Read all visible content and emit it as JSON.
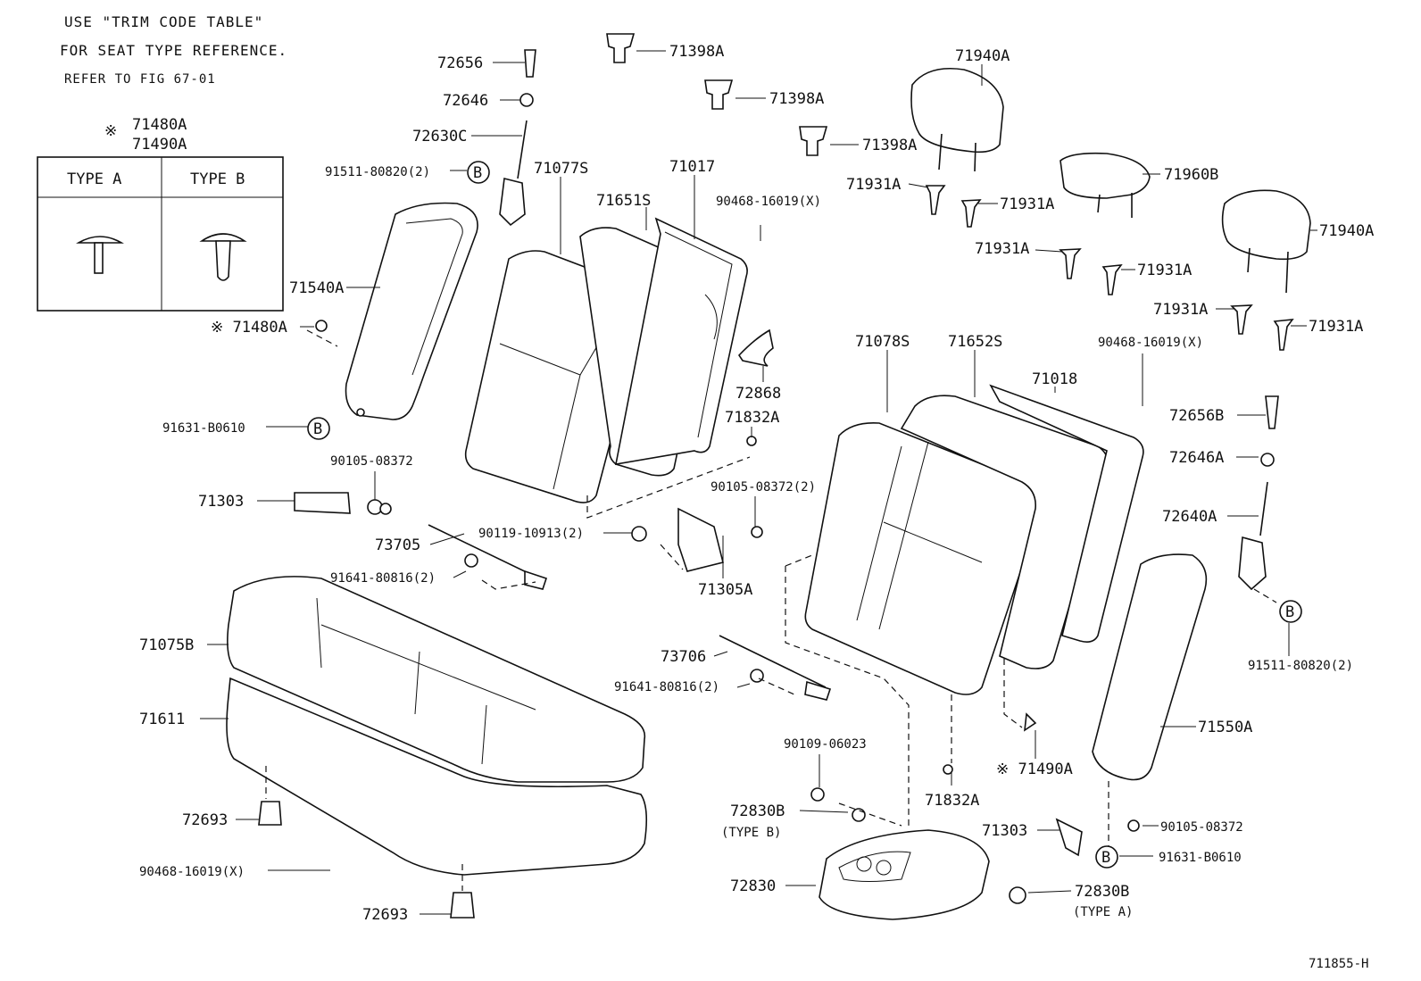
{
  "notes": {
    "line1": "USE \"TRIM CODE TABLE\"",
    "line2": "FOR SEAT TYPE REFERENCE.",
    "line3": "REFER TO FIG 67-01"
  },
  "clip_table": {
    "header1": "71480A",
    "header2": "71490A",
    "mark": "※",
    "col_a": "TYPE A",
    "col_b": "TYPE B"
  },
  "callout_letter": "B",
  "figure_number": "711855-H",
  "labels": {
    "p72656": "72656",
    "p72646": "72646",
    "p72630C": "72630C",
    "p91511_left": "91511-80820(2)",
    "p71398A_1": "71398A",
    "p71398A_2": "71398A",
    "p71398A_3": "71398A",
    "p71940A_1": "71940A",
    "p71940A_2": "71940A",
    "p71960B": "71960B",
    "p71931A_1": "71931A",
    "p71931A_2": "71931A",
    "p71931A_3": "71931A",
    "p71931A_4": "71931A",
    "p71931A_5": "71931A",
    "p71931A_6": "71931A",
    "p71077S": "71077S",
    "p71017": "71017",
    "p71651S": "71651S",
    "p90468_top": "90468-16019(X)",
    "p71540A": "71540A",
    "p71480A": "※ 71480A",
    "p91631_left": "91631-B0610",
    "p72868": "72868",
    "p71832A_top": "71832A",
    "p90105_08372_top": "90105-08372",
    "p71303_left": "71303",
    "p90105_08372_2": "90105-08372(2)",
    "p73705": "73705",
    "p90119": "90119-10913(2)",
    "p91641_left": "91641-80816(2)",
    "p71305A": "71305A",
    "p71078S": "71078S",
    "p71652S": "71652S",
    "p71018": "71018",
    "p90468_right": "90468-16019(X)",
    "p72656B": "72656B",
    "p72646A": "72646A",
    "p72640A": "72640A",
    "p91511_right": "91511-80820(2)",
    "p71075B": "71075B",
    "p71611": "71611",
    "p73706": "73706",
    "p91641_mid": "91641-80816(2)",
    "p71550A": "71550A",
    "p90109": "90109-06023",
    "p71490A": "※ 71490A",
    "p71832A_bot": "71832A",
    "p72830B_typeb": "72830B",
    "p72830B_typeb_sub": "(TYPE B)",
    "p72693_1": "72693",
    "p71303_right": "71303",
    "p90105_08372_right": "90105-08372",
    "p91631_right": "91631-B0610",
    "p90468_bottom": "90468-16019(X)",
    "p72830": "72830",
    "p72830B_typea": "72830B",
    "p72830B_typea_sub": "(TYPE A)",
    "p72693_2": "72693"
  }
}
